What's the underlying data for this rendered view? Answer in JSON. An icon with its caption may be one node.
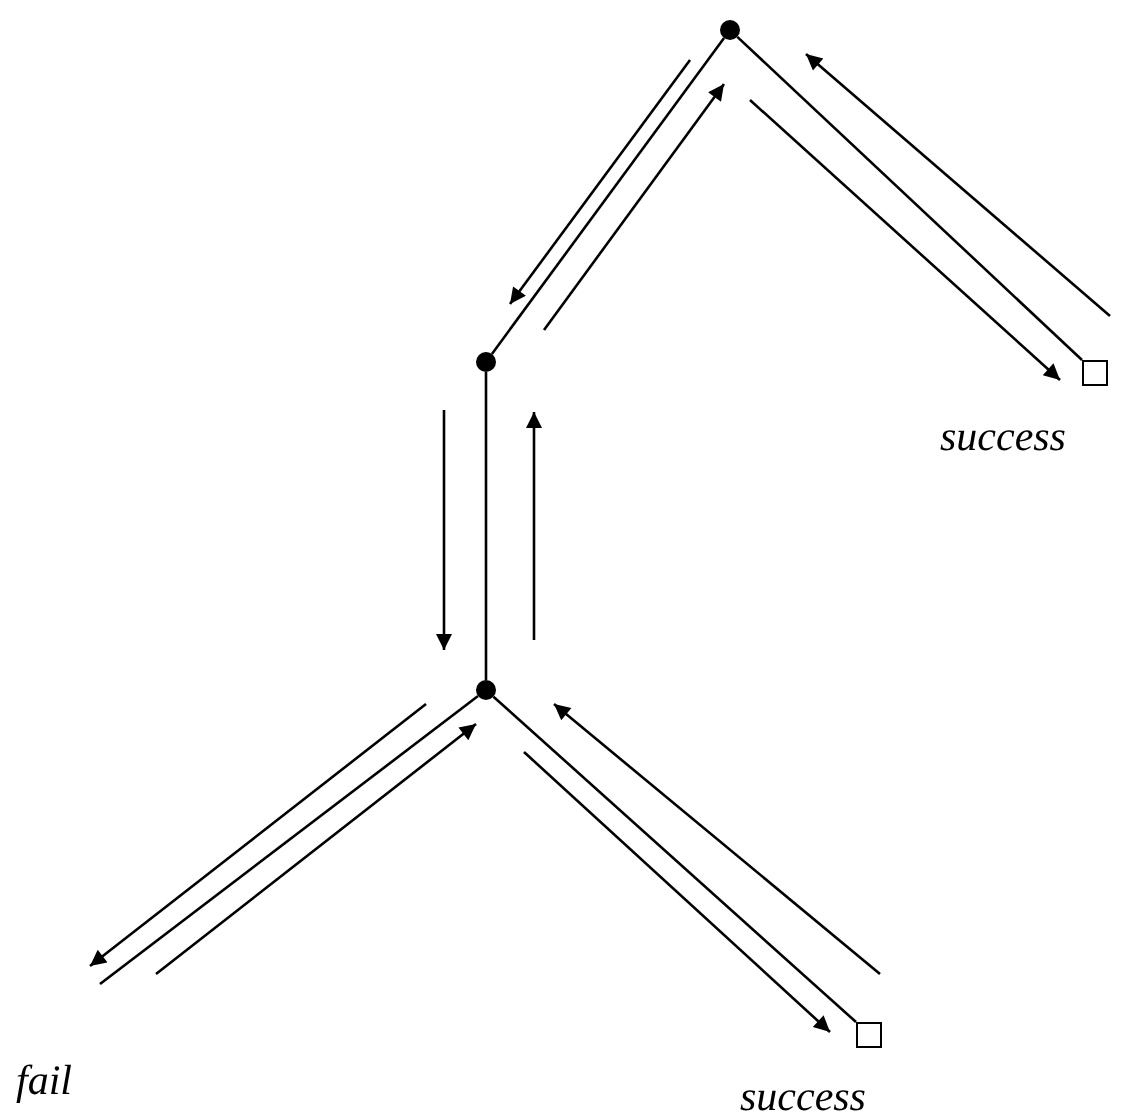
{
  "diagram": {
    "nodes": [
      {
        "text": [],
        "shape": "circle"
      },
      {
        "text": [],
        "shape": "circle"
      },
      {
        "text": [
          "success"
        ]
      },
      {
        "text": [],
        "shape": "circle"
      },
      {
        "text": [
          "fail"
        ]
      },
      {
        "text": [
          "success"
        ]
      }
    ],
    "edges": [
      {
        "from": 0,
        "to": 1,
        "arrow": "none"
      },
      {
        "from": 0,
        "to": 2,
        "arrow": "none"
      },
      {
        "from": 1,
        "to": 3,
        "arrow": "none"
      },
      {
        "from": 3,
        "to": 4,
        "arrow": "none"
      },
      {
        "from": 3,
        "to": 5,
        "arrow": "none"
      }
    ]
  }
}
